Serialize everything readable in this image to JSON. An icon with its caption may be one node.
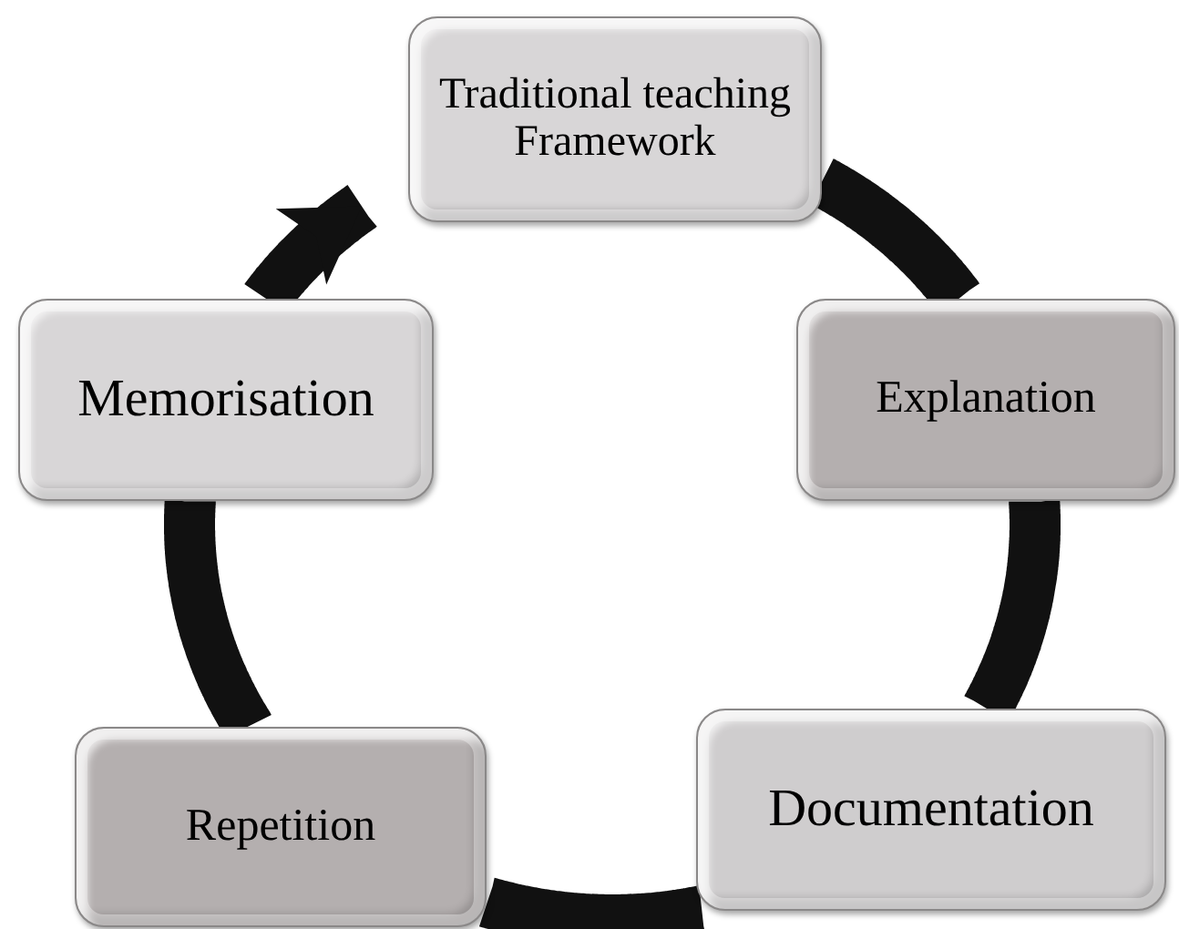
{
  "diagram": {
    "nodes": [
      {
        "text": [
          "Traditional teaching Framework"
        ]
      },
      {
        "text": [
          "Explanation"
        ]
      },
      {
        "text": [
          "Documentation"
        ]
      },
      {
        "text": [
          "Repetition"
        ]
      },
      {
        "text": [
          "Memorisation"
        ]
      }
    ],
    "edges": [
      {
        "from": 0,
        "to": 1,
        "arrow": "none"
      },
      {
        "from": 1,
        "to": 2,
        "arrow": "none"
      },
      {
        "from": 2,
        "to": 3,
        "arrow": "none"
      },
      {
        "from": 3,
        "to": 4,
        "arrow": "none"
      },
      {
        "from": 4,
        "to": 0,
        "arrow": "to"
      }
    ]
  }
}
